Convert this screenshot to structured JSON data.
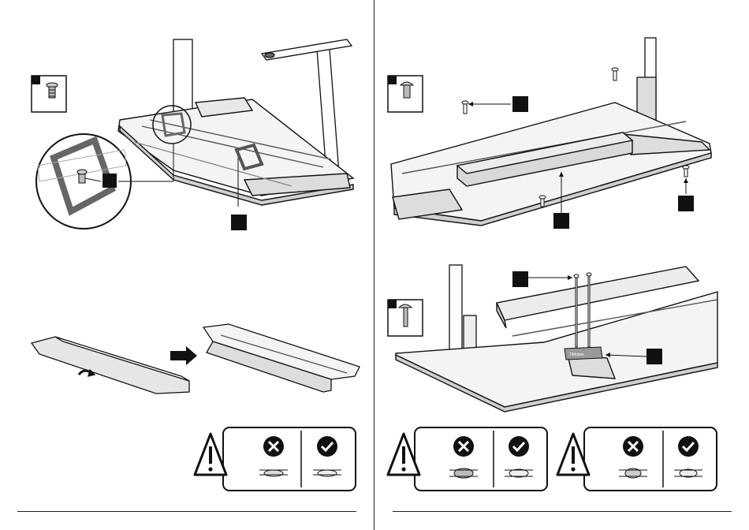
{
  "pages": [
    {
      "id": "left",
      "figures": [
        {
          "name": "frame-with-bracket-install",
          "hardware_icon": "screw-icon",
          "callouts": [
            "",
            ""
          ]
        },
        {
          "name": "bracket-flip-instruction",
          "arrow": "right-arrow-icon"
        },
        {
          "name": "warning-panel-1",
          "warning_icon": "warning-triangle-icon",
          "wrong_icon": "cross-circle-icon",
          "right_icon": "check-circle-icon"
        }
      ]
    },
    {
      "id": "right",
      "figures": [
        {
          "name": "crossbar-install",
          "hardware_icon": "bolt-icon",
          "callouts": [
            "",
            "",
            ""
          ]
        },
        {
          "name": "control-box-install",
          "hardware_icon": "long-screw-icon",
          "callouts": [
            "",
            ""
          ]
        },
        {
          "name": "warning-panel-2",
          "warning_icon": "warning-triangle-icon",
          "wrong_icon": "cross-circle-icon",
          "right_icon": "check-circle-icon"
        },
        {
          "name": "warning-panel-3",
          "warning_icon": "warning-triangle-icon",
          "wrong_icon": "cross-circle-icon",
          "right_icon": "check-circle-icon"
        }
      ]
    }
  ],
  "control_box_label": "TiMotion"
}
